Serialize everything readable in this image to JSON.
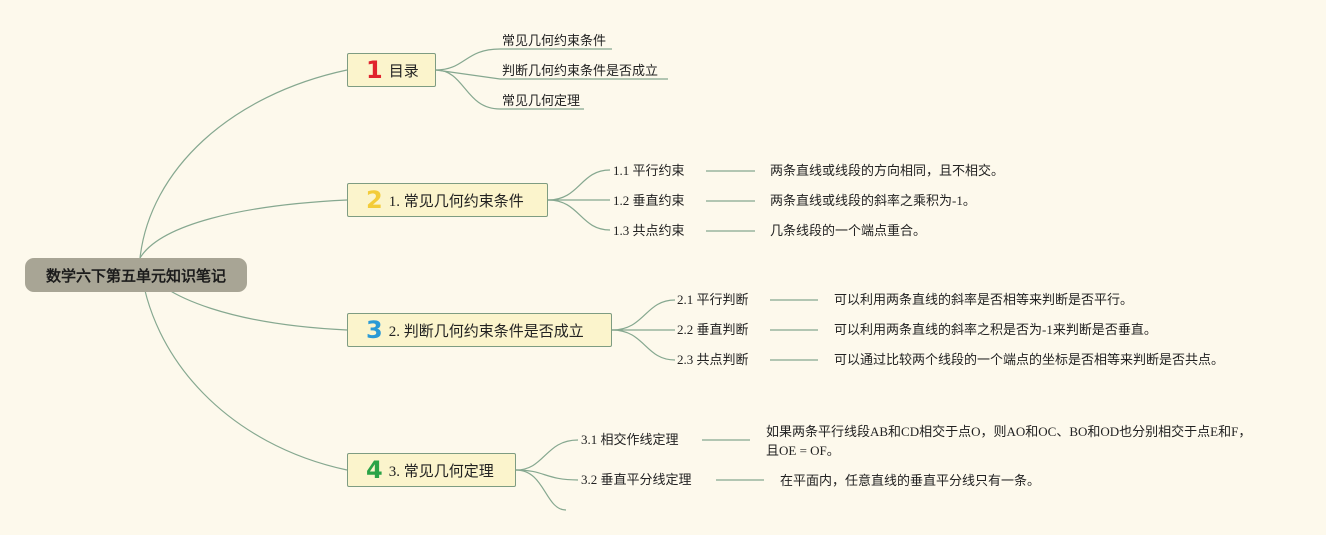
{
  "root": "数学六下第五单元知识笔记",
  "branches": [
    {
      "badge": "1",
      "color": "#e0242e",
      "title": "目录",
      "items": [
        {
          "label": "常见几何约束条件"
        },
        {
          "label": "判断几何约束条件是否成立"
        },
        {
          "label": "常见几何定理"
        }
      ]
    },
    {
      "badge": "2",
      "color": "#f3cc3a",
      "title": "1. 常见几何约束条件",
      "items": [
        {
          "label": "1.1 平行约束",
          "detail": "两条直线或线段的方向相同，且不相交。"
        },
        {
          "label": "1.2 垂直约束",
          "detail": "两条直线或线段的斜率之乘积为-1。"
        },
        {
          "label": "1.3 共点约束",
          "detail": "几条线段的一个端点重合。"
        }
      ]
    },
    {
      "badge": "3",
      "color": "#2a9ad6",
      "title": "2. 判断几何约束条件是否成立",
      "items": [
        {
          "label": "2.1 平行判断",
          "detail": "可以利用两条直线的斜率是否相等来判断是否平行。"
        },
        {
          "label": "2.2 垂直判断",
          "detail": "可以利用两条直线的斜率之积是否为-1来判断是否垂直。"
        },
        {
          "label": "2.3 共点判断",
          "detail": "可以通过比较两个线段的一个端点的坐标是否相等来判断是否共点。"
        }
      ]
    },
    {
      "badge": "4",
      "color": "#2aa347",
      "title": "3. 常见几何定理",
      "items": [
        {
          "label": "3.1 相交作线定理",
          "detail": "如果两条平行线段AB和CD相交于点O，则AO和OC、BO和OD也分别相交于点E和F，且OE = OF。"
        },
        {
          "label": "3.2 垂直平分线定理",
          "detail": "在平面内，任意直线的垂直平分线只有一条。"
        }
      ]
    }
  ]
}
